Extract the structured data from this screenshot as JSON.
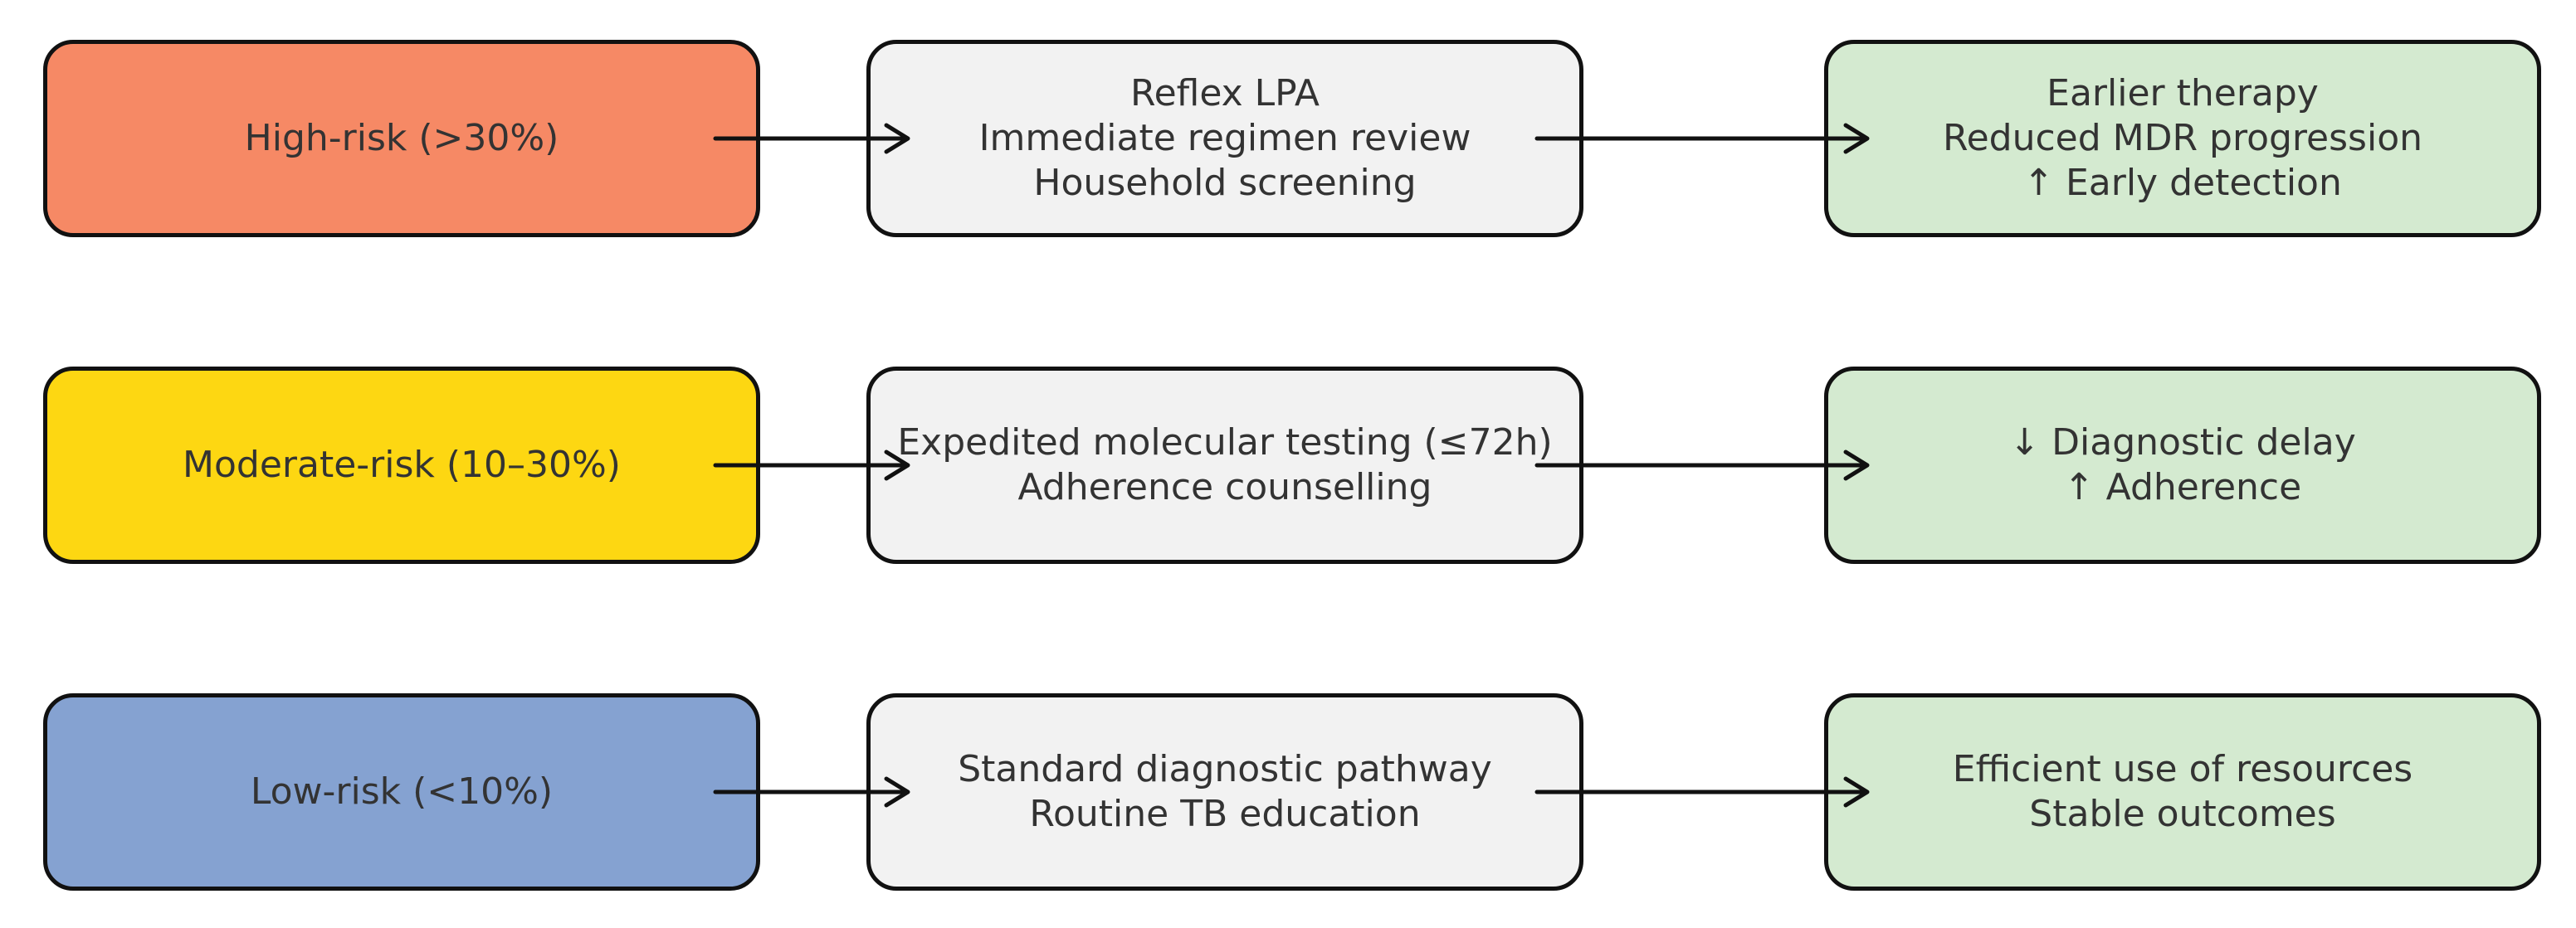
{
  "colors": {
    "high": "#f68965",
    "moderate": "#fdd712",
    "low": "#85a2d1",
    "action": "#f2f2f2",
    "outcome": "#d4ead0",
    "border": "#111111",
    "text": "#333333"
  },
  "rows": [
    {
      "risk": "High-risk (>30%)",
      "actions": [
        "Reflex LPA",
        "Immediate regimen review",
        "Household screening"
      ],
      "outcomes": [
        "Earlier therapy",
        "Reduced MDR progression",
        "↑ Early detection"
      ]
    },
    {
      "risk": "Moderate-risk (10–30%)",
      "actions": [
        "Expedited molecular testing (≤72h)",
        "Adherence counselling"
      ],
      "outcomes": [
        "↓ Diagnostic delay",
        "↑ Adherence"
      ]
    },
    {
      "risk": "Low-risk (<10%)",
      "actions": [
        "Standard diagnostic pathway",
        "Routine TB education"
      ],
      "outcomes": [
        "Efficient use of resources",
        "Stable outcomes"
      ]
    }
  ]
}
